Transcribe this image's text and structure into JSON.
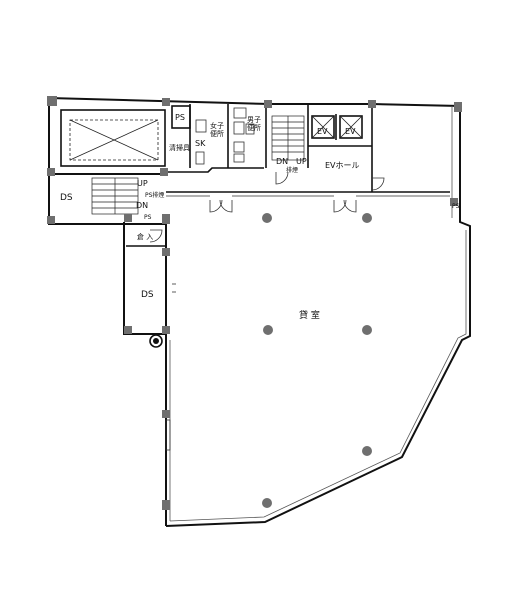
{
  "labels": {
    "ds_upper": "DS",
    "ds_lower": "DS",
    "storage": "倉 入",
    "ps": "PS",
    "ps_small": "PS",
    "ps_right": "PS",
    "cleaning": "清掃具",
    "sk": "SK",
    "womens_wc": "女子\n便所",
    "mens_wc": "男子\n便所",
    "ev1": "EV",
    "ev2": "EV",
    "ev_hall": "EVホール",
    "up": "UP",
    "dn": "DN",
    "up2": "UP",
    "dn2": "DN",
    "ps_vent": "PS排煙",
    "shaft": "排煙",
    "office": "貸 室"
  },
  "colors": {
    "wall": "#111111",
    "column": "#6f6f6f",
    "line": "#333333",
    "thin": "#555555"
  }
}
